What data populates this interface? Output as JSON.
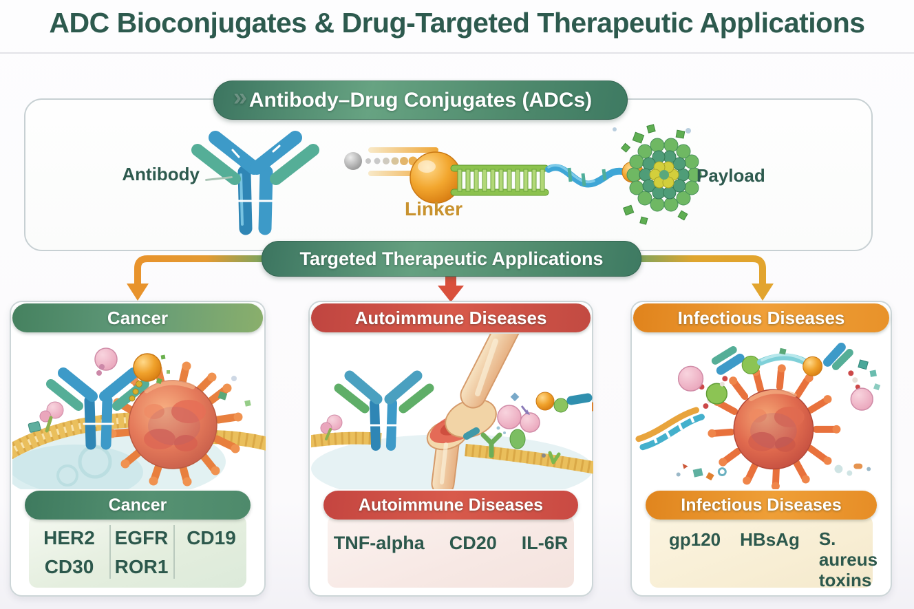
{
  "title": "ADC Bioconjugates & Drug-Targeted Therapeutic Applications",
  "adc_section": {
    "banner_label": "Antibody–Drug Conjugates (ADCs)",
    "chevrons_icon": "»",
    "antibody_label": "Antibody",
    "linker_label": "Linker",
    "payload_label": "Payload"
  },
  "applications_banner_label": "Targeted Therapeutic Applications",
  "panels": [
    {
      "header": "Cancer",
      "sub_header": "Cancer",
      "targets": [
        "HER2",
        "EGFR",
        "CD19",
        "CD30",
        "ROR1"
      ],
      "accent_color": "#4f8a6b"
    },
    {
      "header": "Autoimmune Diseases",
      "sub_header": "Autoimmune Diseases",
      "targets": [
        "TNF-alpha",
        "CD20",
        "IL-6R"
      ],
      "accent_color": "#cc4a42"
    },
    {
      "header": "Infectious Diseases",
      "sub_header": "Infectious Diseases",
      "targets": [
        "gp120",
        "HBsAg",
        "S. aureus toxins"
      ],
      "accent_color": "#e8932a"
    }
  ],
  "colors": {
    "title_text": "#2d5a4e",
    "banner_green": "#4f8a6b",
    "linker_label_text": "#c8922e",
    "arrow_left": "#e8932c",
    "arrow_center": "#d9503c",
    "arrow_right": "#e2a42e",
    "targets_text": "#2c584c"
  }
}
